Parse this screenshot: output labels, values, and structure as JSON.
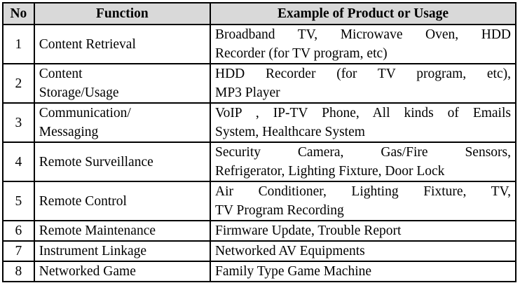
{
  "headers": {
    "no": "No",
    "function": "Function",
    "example": "Example of Product or Usage"
  },
  "rows": [
    {
      "no": "1",
      "function": [
        "Content Retrieval"
      ],
      "example": [
        "Broadband TV, Microwave Oven, HDD",
        "Recorder (for TV program, etc)"
      ]
    },
    {
      "no": "2",
      "function": [
        "Content",
        "Storage/Usage"
      ],
      "example": [
        "HDD Recorder (for TV program, etc),",
        "MP3 Player"
      ]
    },
    {
      "no": "3",
      "function": [
        "Communication/",
        "Messaging"
      ],
      "example": [
        "VoIP , IP-TV Phone, All kinds of Emails",
        "System, Healthcare System"
      ]
    },
    {
      "no": "4",
      "function": [
        "Remote Surveillance"
      ],
      "example": [
        "Security Camera, Gas/Fire Sensors,",
        "Refrigerator, Lighting Fixture, Door Lock"
      ]
    },
    {
      "no": "5",
      "function": [
        "Remote Control"
      ],
      "example": [
        "Air Conditioner, Lighting Fixture, TV,",
        "TV Program Recording"
      ]
    },
    {
      "no": "6",
      "function": [
        "Remote Maintenance"
      ],
      "example": [
        "Firmware Update, Trouble Report"
      ]
    },
    {
      "no": "7",
      "function": [
        "Instrument Linkage"
      ],
      "example": [
        "Networked AV Equipments"
      ]
    },
    {
      "no": "8",
      "function": [
        "Networked Game"
      ],
      "example": [
        "Family Type Game Machine"
      ]
    }
  ]
}
